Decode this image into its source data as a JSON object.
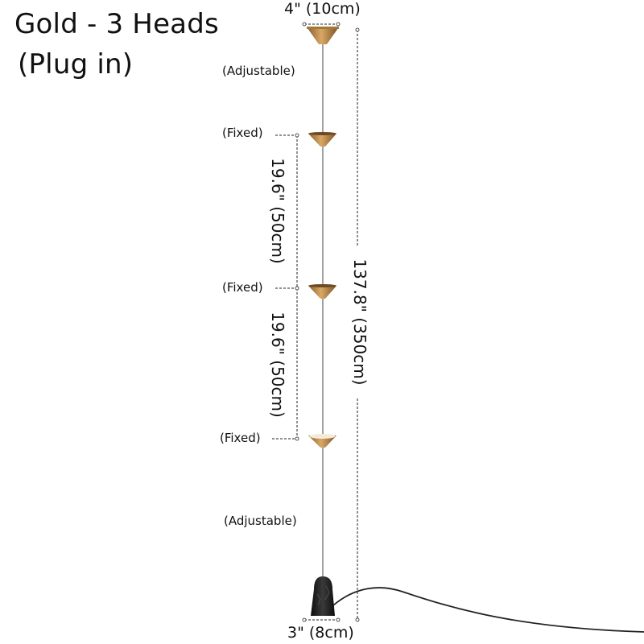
{
  "title": {
    "line1": "Gold - 3 Heads",
    "line2": "(Plug in)"
  },
  "labels": {
    "adjustable_top": "(Adjustable)",
    "fixed_1": "(Fixed)",
    "fixed_2": "(Fixed)",
    "fixed_3": "(Fixed)",
    "adjustable_bottom": "(Adjustable)"
  },
  "dimensions": {
    "top_width": "4\" (10cm)",
    "bottom_width": "3\" (8cm)",
    "spacing_1": "19.6\" (50cm)",
    "spacing_2": "19.6\" (50cm)",
    "total_height": "137.8\" (350cm)"
  },
  "colors": {
    "gold": "#b8864a",
    "base": "#1a1a1a",
    "cable": "#222222"
  }
}
